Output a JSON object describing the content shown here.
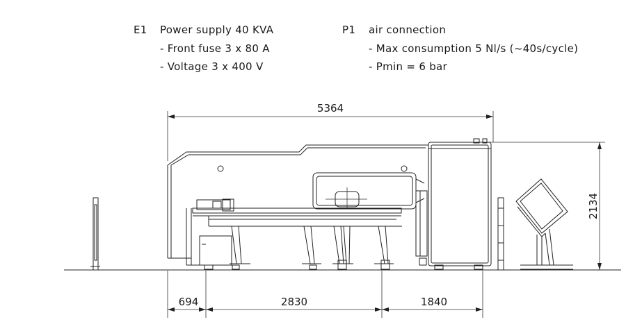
{
  "specs": {
    "e1": {
      "code": "E1",
      "title": "Power supply 40 KVA",
      "lines": [
        "- Front fuse 3 x 80 A",
        "- Voltage 3 x 400 V"
      ]
    },
    "p1": {
      "code": "P1",
      "title": "air connection",
      "lines": [
        "- Max consumption 5 Nl/s (~40s/cycle)",
        "- Pmin = 6 bar"
      ]
    }
  },
  "dimensions": {
    "total_length": "5364",
    "height": "2134",
    "segment_left": "694",
    "segment_middle": "2830",
    "segment_right": "1840"
  }
}
